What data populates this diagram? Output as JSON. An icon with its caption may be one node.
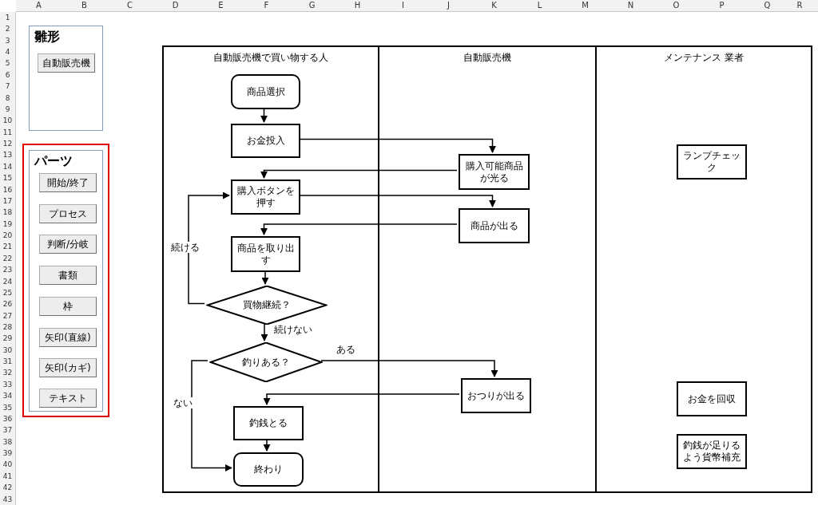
{
  "diagram": {
    "nodes": [
      {
        "text": [
          "雛形"
        ]
      },
      {
        "text": [
          "自動販売機"
        ],
        "in": 0
      },
      {
        "text": [
          "パーツ"
        ]
      },
      {
        "text": [
          "開始/終了"
        ],
        "in": 2
      },
      {
        "text": [
          "プロセス"
        ],
        "in": 2
      },
      {
        "text": [
          "判断/分岐"
        ],
        "in": 2
      },
      {
        "text": [
          "書類"
        ],
        "in": 2
      },
      {
        "text": [
          "枠"
        ],
        "in": 2
      },
      {
        "text": [
          "矢印(直線)"
        ],
        "in": 2
      },
      {
        "text": [
          "矢印(カギ)"
        ],
        "in": 2
      },
      {
        "text": [
          "テキスト"
        ],
        "in": 2
      },
      {
        "text": [
          "自動販売機で買い物する人"
        ]
      },
      {
        "text": [
          "商品選択"
        ],
        "in": 11
      },
      {
        "text": [
          "お金投入"
        ],
        "in": 11
      },
      {
        "text": [
          "購入ボタンを押す"
        ],
        "in": 11
      },
      {
        "text": [
          "商品を取り出す"
        ],
        "in": 11
      },
      {
        "text": [
          "買物継続？"
        ],
        "in": 11
      },
      {
        "text": [
          "釣りある？"
        ],
        "in": 11
      },
      {
        "text": [
          "釣銭とる"
        ],
        "in": 11
      },
      {
        "text": [
          "終わり"
        ],
        "in": 11
      },
      {
        "text": [
          "自動販売機"
        ]
      },
      {
        "text": [
          "購入可能商品が光る"
        ],
        "in": 20
      },
      {
        "text": [
          "商品が出る"
        ],
        "in": 20
      },
      {
        "text": [
          "おつりが出る"
        ],
        "in": 20
      },
      {
        "text": [
          "メンテナンス 業者"
        ]
      },
      {
        "text": [
          "ランプチェック"
        ],
        "in": 24
      },
      {
        "text": [
          "お金を回収"
        ],
        "in": 24
      },
      {
        "text": [
          "釣銭が足りるよう貨幣補充"
        ],
        "in": 24
      }
    ],
    "edges": [
      {
        "from": 12,
        "to": 13,
        "arrow": "to"
      },
      {
        "from": 13,
        "to": 21,
        "arrow": "to"
      },
      {
        "from": 21,
        "to": 14,
        "arrow": "to"
      },
      {
        "from": 14,
        "to": 22,
        "arrow": "to"
      },
      {
        "from": 22,
        "to": 15,
        "arrow": "to"
      },
      {
        "from": 15,
        "to": 16,
        "arrow": "to"
      },
      {
        "from": 16,
        "to": 14,
        "label": "続ける",
        "arrow": "to"
      },
      {
        "from": 16,
        "to": 17,
        "label": "続けない",
        "arrow": "to"
      },
      {
        "from": 17,
        "to": 23,
        "label": "ある",
        "arrow": "to"
      },
      {
        "from": 23,
        "to": 18,
        "arrow": "to"
      },
      {
        "from": 18,
        "to": 19,
        "arrow": "to"
      },
      {
        "from": 17,
        "to": 19,
        "label": "ない",
        "arrow": "to"
      }
    ],
    "labels": [
      "A",
      "B",
      "C",
      "D",
      "E",
      "F",
      "G",
      "H",
      "I",
      "J",
      "K",
      "L",
      "M",
      "N",
      "O",
      "P",
      "Q",
      "R",
      "1",
      "2",
      "3",
      "4",
      "5",
      "6",
      "7",
      "8",
      "9",
      "10",
      "11",
      "12",
      "13",
      "14",
      "15",
      "16",
      "17",
      "18",
      "19",
      "20",
      "21",
      "22",
      "23",
      "24",
      "25",
      "26",
      "27",
      "28",
      "29",
      "30",
      "31",
      "32",
      "33",
      "34",
      "35",
      "36",
      "37",
      "38",
      "39",
      "40",
      "41",
      "42",
      "43"
    ]
  }
}
